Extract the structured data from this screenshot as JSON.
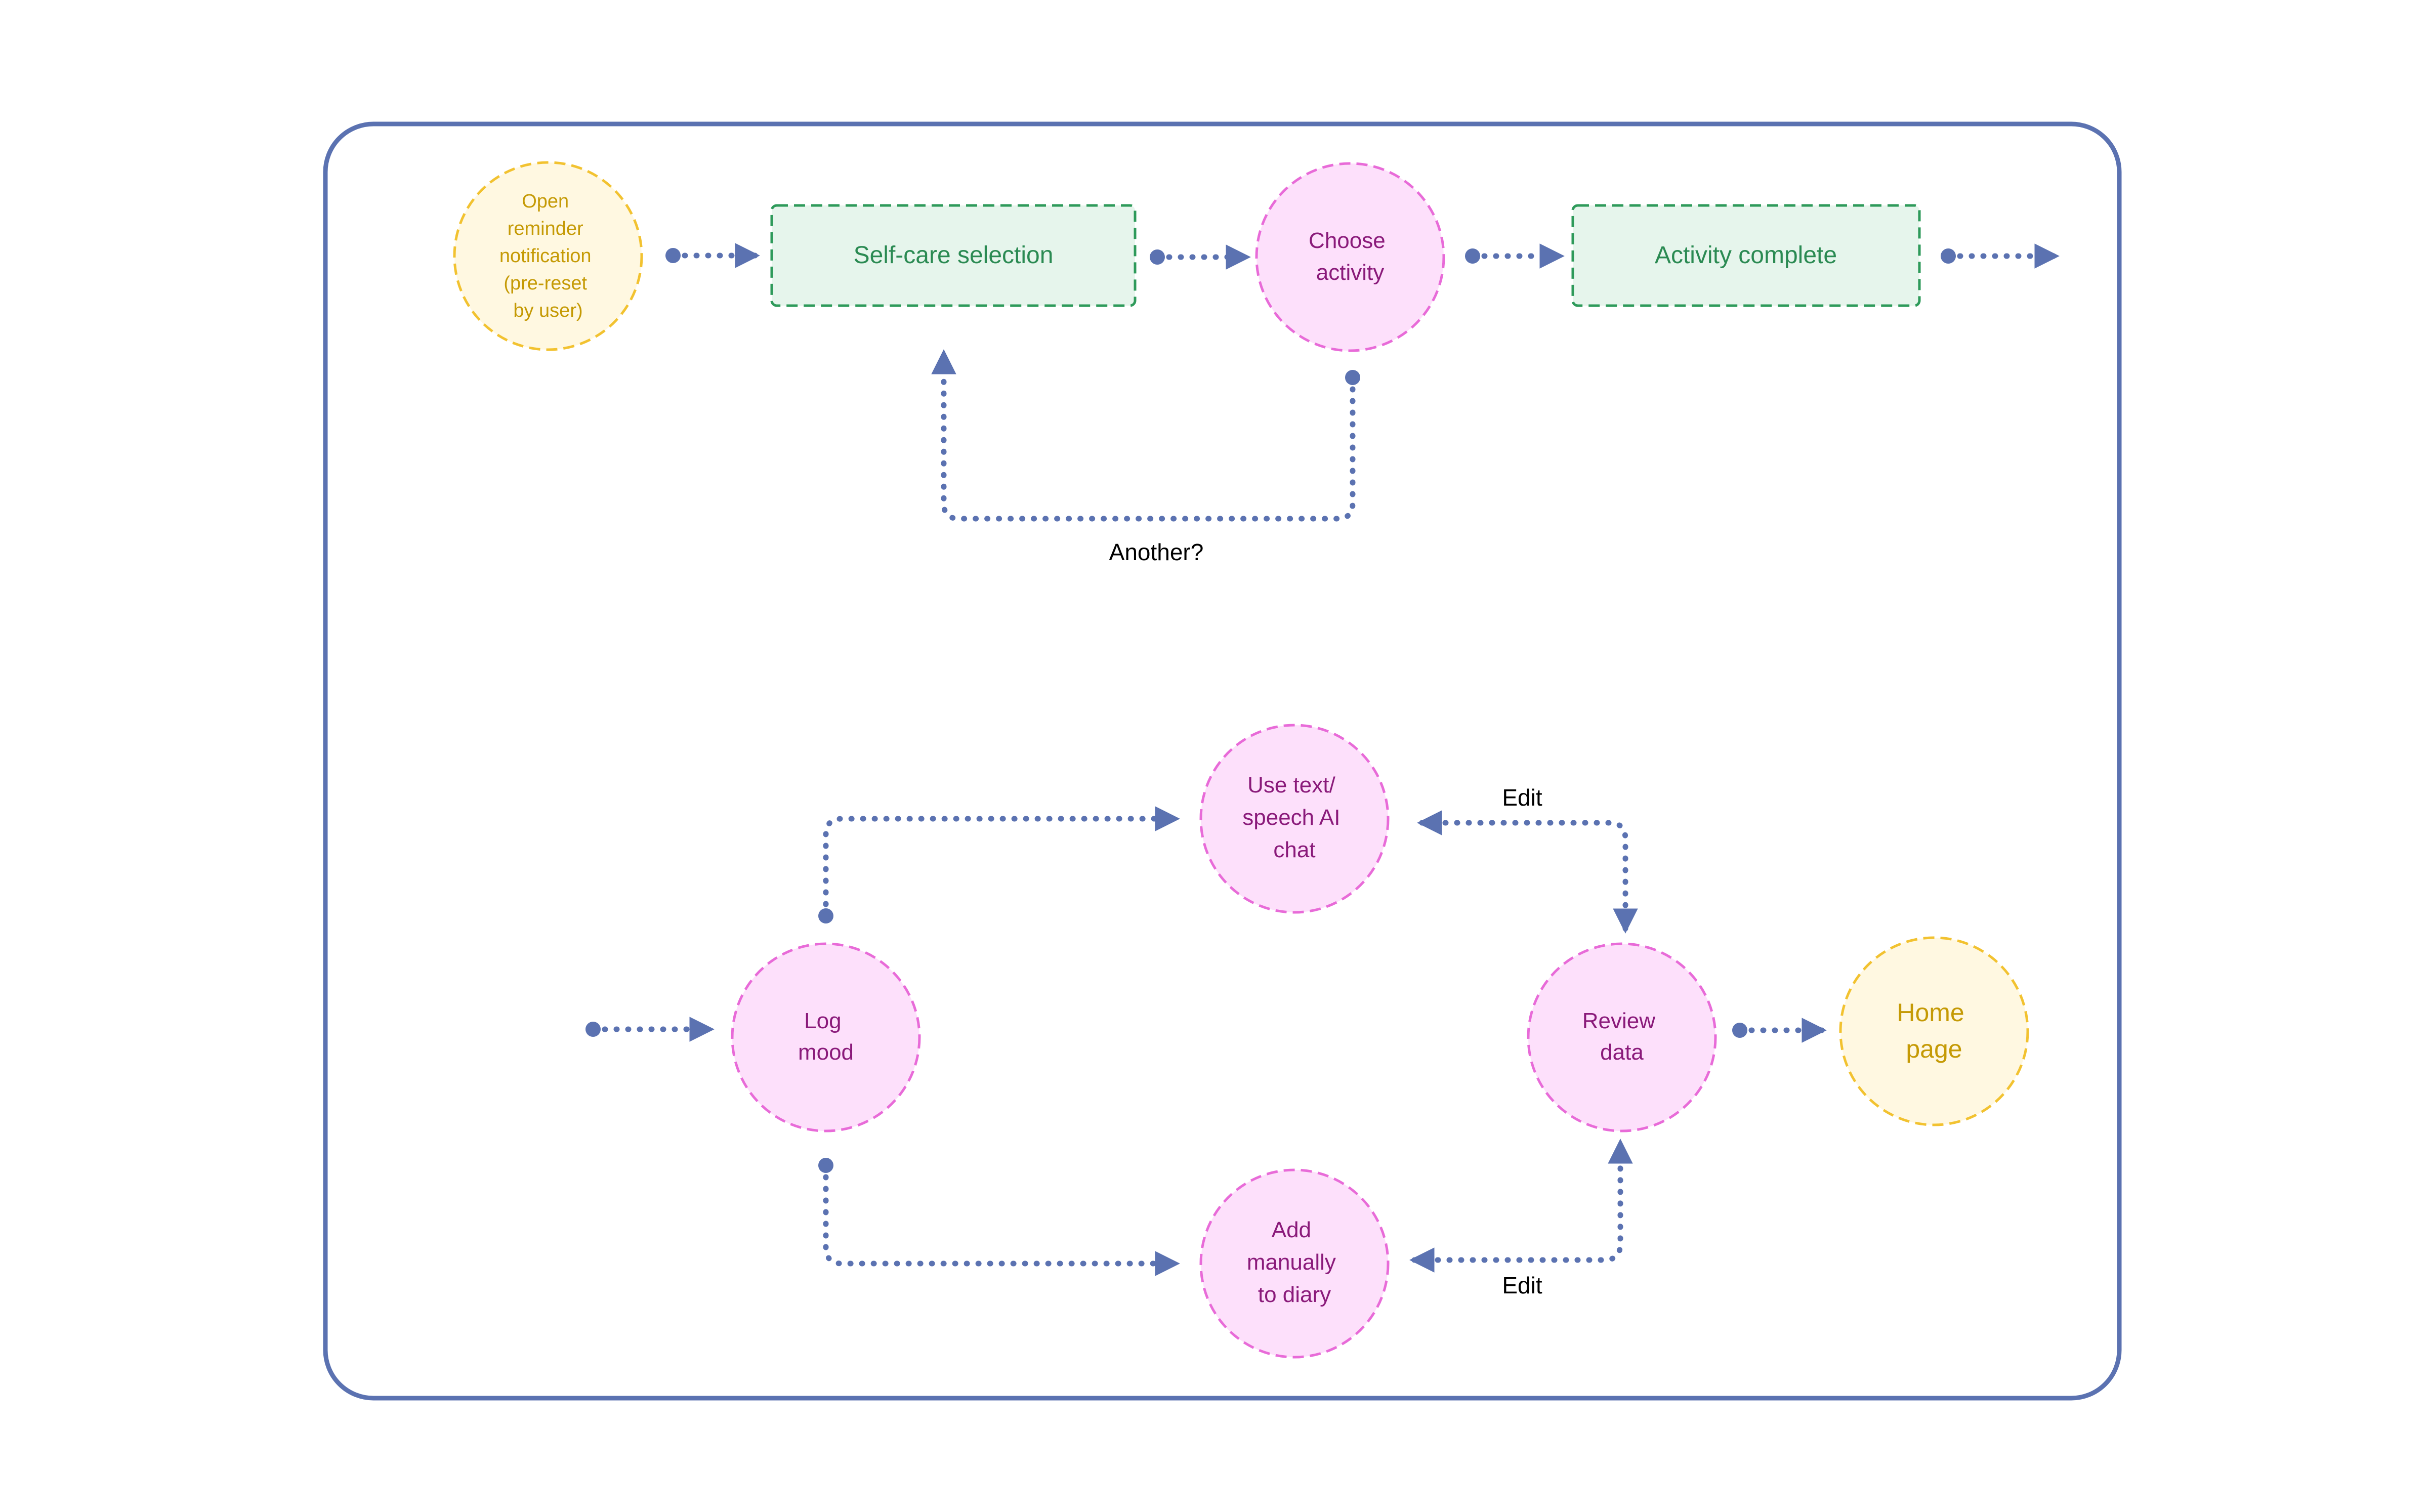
{
  "colors": {
    "frame": "#5b72b1",
    "connector": "#5b72b1",
    "yellow_fill": "#fff8e1",
    "yellow_stroke": "#f2c230",
    "yellow_text": "#c59a05",
    "pink_fill": "#fde0fb",
    "pink_stroke": "#e86bd8",
    "pink_text": "#8a1a7a",
    "green_fill": "#e6f5ec",
    "green_stroke": "#2e9a5a",
    "green_text": "#2a8a52"
  },
  "nodes": {
    "open_reminder": {
      "shape": "circle",
      "style": "yellow",
      "lines": [
        "Open",
        "reminder",
        "notification",
        "(pre-reset",
        "by user)"
      ]
    },
    "self_care_selection": {
      "shape": "rect",
      "style": "green",
      "lines": [
        "Self-care selection"
      ]
    },
    "choose_activity": {
      "shape": "circle",
      "style": "pink",
      "lines": [
        "Choose",
        "activity"
      ]
    },
    "activity_complete": {
      "shape": "rect",
      "style": "green",
      "lines": [
        "Activity complete"
      ]
    },
    "use_text_speech": {
      "shape": "circle",
      "style": "pink",
      "lines": [
        "Use text/",
        "speech AI",
        "chat"
      ]
    },
    "log_mood": {
      "shape": "circle",
      "style": "pink",
      "lines": [
        "Log",
        "mood"
      ]
    },
    "review_data": {
      "shape": "circle",
      "style": "pink",
      "lines": [
        "Review",
        "data"
      ]
    },
    "home_page": {
      "shape": "circle",
      "style": "yellow",
      "lines": [
        "Home",
        "page"
      ]
    },
    "add_manually": {
      "shape": "circle",
      "style": "pink",
      "lines": [
        "Add",
        "manually",
        "to diary"
      ]
    }
  },
  "edge_labels": {
    "another": "Another?",
    "edit_top": "Edit",
    "edit_bottom": "Edit"
  }
}
